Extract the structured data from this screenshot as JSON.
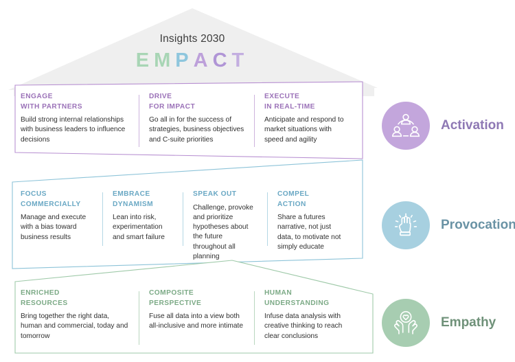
{
  "roof": {
    "title": "Insights 2030",
    "wordmark": [
      {
        "letter": "E",
        "color": "#a8d5b5"
      },
      {
        "letter": "M",
        "color": "#a8d5b5"
      },
      {
        "letter": "P",
        "color": "#8ec6dd"
      },
      {
        "letter": "A",
        "color": "#bda0da"
      },
      {
        "letter": "C",
        "color": "#b095d6"
      },
      {
        "letter": "T",
        "color": "#c3aee0"
      }
    ],
    "fill": "#efefef"
  },
  "panels": [
    {
      "id": "activation",
      "accent": "#9b72b8",
      "border": "#b78fd1",
      "columns": [
        {
          "heading_line1": "ENGAGE",
          "heading_line2": "WITH PARTNERS",
          "body": "Build strong internal relationships with business leaders to influence decisions"
        },
        {
          "heading_line1": "DRIVE",
          "heading_line2": "FOR IMPACT",
          "body": "Go all in for the success of strategies, business objectives and C-suite priorities"
        },
        {
          "heading_line1": "EXECUTE",
          "heading_line2": "IN REAL-TIME",
          "body": "Anticipate and respond to market situations with speed and agility"
        }
      ]
    },
    {
      "id": "provocation",
      "accent": "#6aa8c4",
      "border": "#8cc3d8",
      "columns": [
        {
          "heading_line1": "FOCUS",
          "heading_line2": "COMMERCIALLY",
          "body": "Manage and execute with a bias toward business results"
        },
        {
          "heading_line1": "EMBRACE",
          "heading_line2": "DYNAMISM",
          "body": "Lean into risk, experimentation and smart failure"
        },
        {
          "heading_line1": "SPEAK OUT",
          "heading_line2": "",
          "body": "Challenge, provoke and prioritize hypotheses about the future throughout all planning"
        },
        {
          "heading_line1": "COMPEL",
          "heading_line2": "ACTION",
          "body": "Share a futures narrative, not just data, to motivate not simply educate"
        }
      ]
    },
    {
      "id": "empathy",
      "accent": "#7caa86",
      "border": "#9ec9a8",
      "columns": [
        {
          "heading_line1": "ENRICHED",
          "heading_line2": "RESOURCES",
          "body": "Bring together the right data, human and commercial, today and tomorrow"
        },
        {
          "heading_line1": "COMPOSITE",
          "heading_line2": "PERSPECTIVE",
          "body": "Fuse all data into a view both all-inclusive and more intimate"
        },
        {
          "heading_line1": "HUMAN",
          "heading_line2": "UNDERSTANDING",
          "body": "Infuse data analysis with creative thinking to reach clear conclusions"
        }
      ]
    }
  ],
  "legend": [
    {
      "label": "Activation",
      "icon": "people-network-icon",
      "circle_color": "#c3a6dc",
      "text_color": "#8e78b4"
    },
    {
      "label": "Provocation",
      "icon": "raised-fist-icon",
      "circle_color": "#a7d0e0",
      "text_color": "#6a93a5"
    },
    {
      "label": "Empathy",
      "icon": "hands-heart-icon",
      "circle_color": "#a7cdb1",
      "text_color": "#6f9179"
    }
  ]
}
